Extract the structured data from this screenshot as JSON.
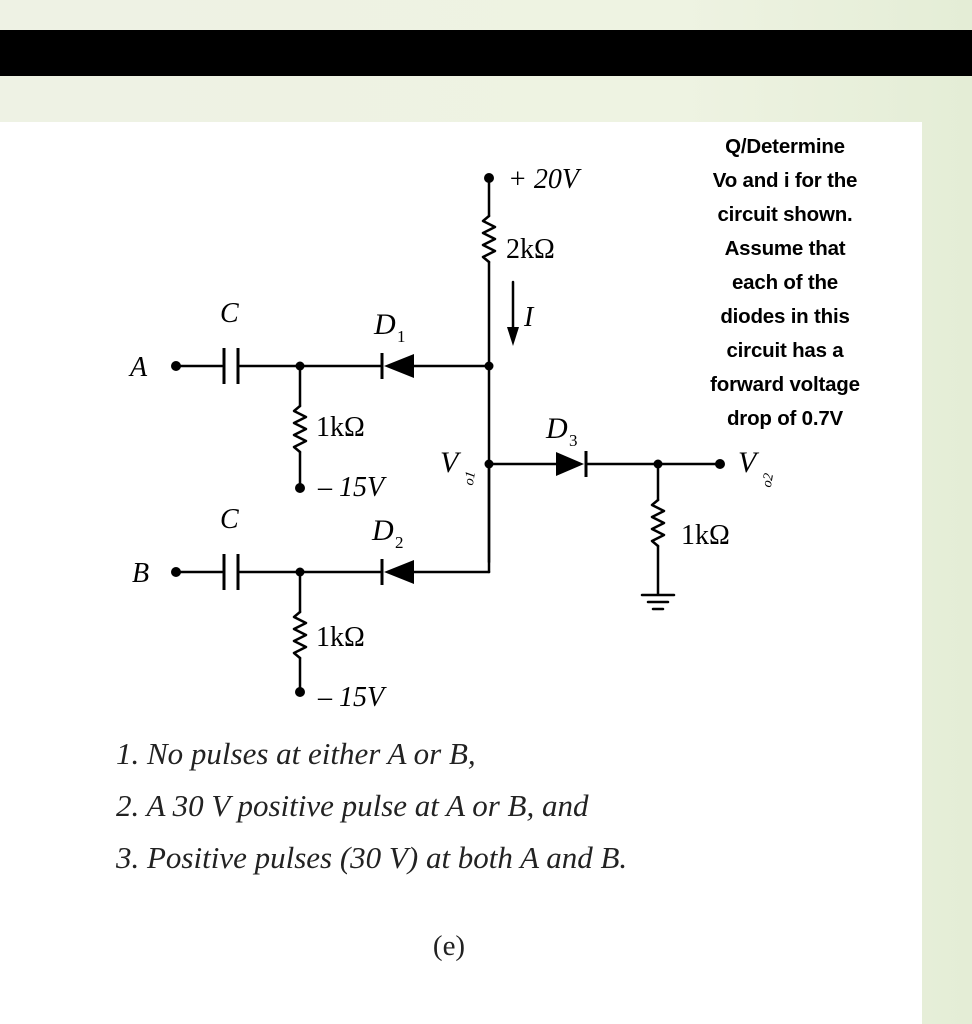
{
  "question": {
    "lines": [
      "Q/Determine",
      "Vo and i for the",
      "circuit shown.",
      "Assume that",
      "each of the",
      "diodes in this",
      "circuit has a",
      "forward voltage",
      "drop of 0.7V"
    ]
  },
  "circuit": {
    "supply": "+ 20V",
    "r_top": "2kΩ",
    "current": "I",
    "cap_a": "C",
    "cap_b": "C",
    "input_a": "A",
    "input_b": "B",
    "d1": "D",
    "d1_sub": "1",
    "d2": "D",
    "d2_sub": "2",
    "d3": "D",
    "d3_sub": "3",
    "r_a": "1kΩ",
    "v_a": "– 15V",
    "r_b": "1kΩ",
    "v_b": "– 15V",
    "vo1": "V",
    "vo1_sub": "o1",
    "vo2": "V",
    "vo2_sub": "o2",
    "r_out": "1kΩ"
  },
  "cases": [
    "1. No pulses at either A or B,",
    "2. A 30 V positive pulse at A or B, and",
    "3. Positive pulses (30 V) at both A and B."
  ],
  "figure_label": "(e)"
}
